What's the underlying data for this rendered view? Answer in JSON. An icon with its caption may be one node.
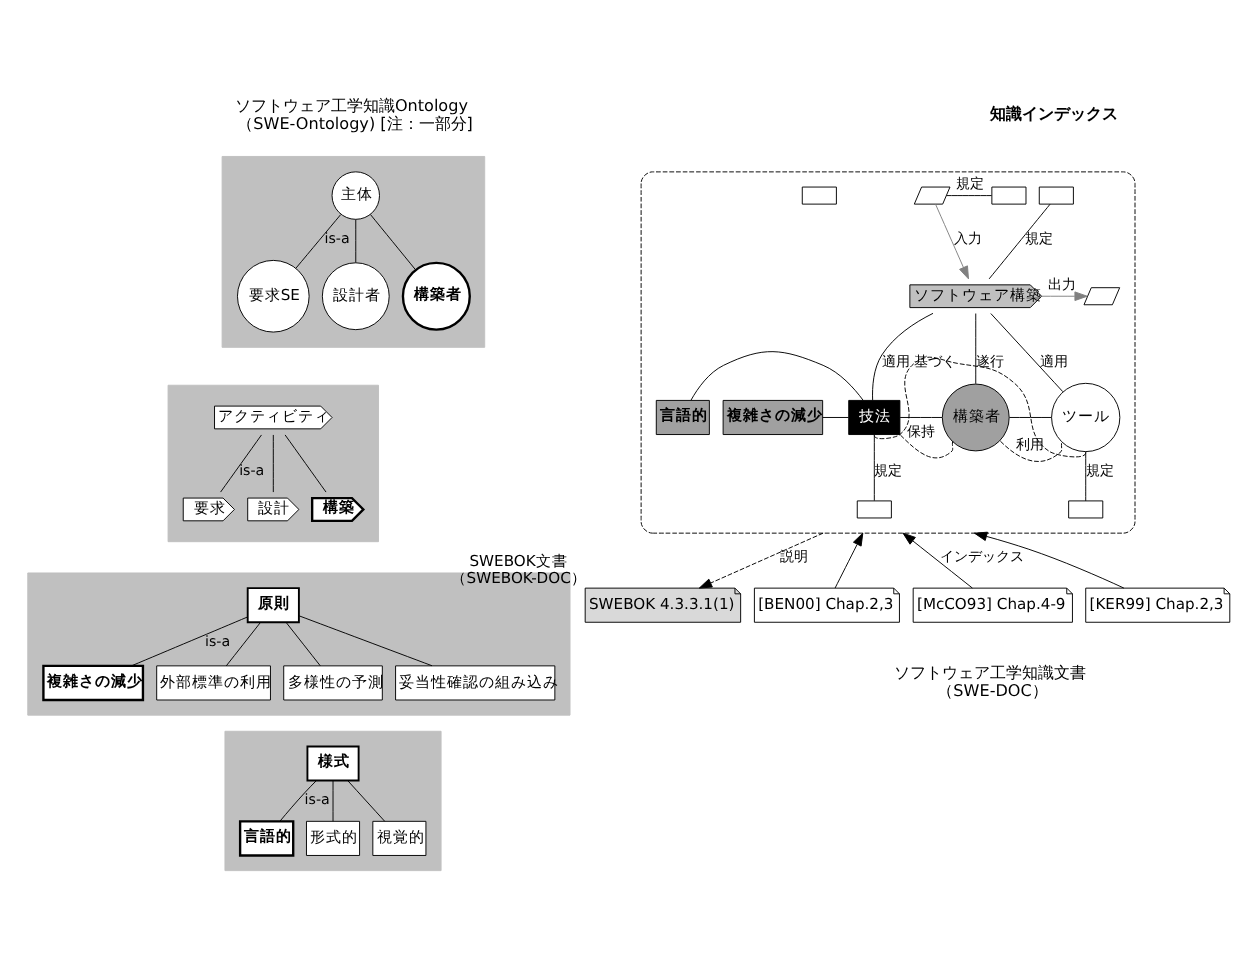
{
  "diagram": {
    "nodes": [
      {
        "text": [],
        "shape": "box"
      },
      {
        "text": [
          "主体"
        ],
        "in": 0
      },
      {
        "text": [
          "要求SE"
        ],
        "in": 0
      },
      {
        "text": [
          "設計者"
        ],
        "in": 0
      },
      {
        "text": [
          "構築者"
        ],
        "in": 0
      },
      {
        "text": [],
        "shape": "box"
      },
      {
        "text": [
          "アクティビティ"
        ],
        "in": 5
      },
      {
        "text": [
          "要求"
        ],
        "in": 5
      },
      {
        "text": [
          "設計"
        ],
        "in": 5
      },
      {
        "text": [
          "構築"
        ],
        "in": 5
      },
      {
        "text": [],
        "shape": "box"
      },
      {
        "text": [
          "原則"
        ],
        "in": 10
      },
      {
        "text": [
          "複雑さの減少"
        ],
        "in": 10
      },
      {
        "text": [
          "外部標準の利用"
        ],
        "in": 10
      },
      {
        "text": [
          "多様性の予測"
        ],
        "in": 10
      },
      {
        "text": [
          "妥当性確認の組み込み"
        ],
        "in": 10
      },
      {
        "text": [],
        "shape": "box"
      },
      {
        "text": [
          "様式"
        ],
        "in": 16
      },
      {
        "text": [
          "言語的"
        ],
        "in": 16
      },
      {
        "text": [
          "形式的"
        ],
        "in": 16
      },
      {
        "text": [
          "視覚的"
        ],
        "in": 16
      },
      {
        "text": [],
        "shape": "box"
      },
      {
        "text": [],
        "shape": "box",
        "in": 21
      },
      {
        "text": [
          "ソフトウェア構築"
        ],
        "in": 21
      },
      {
        "text": [],
        "shape": "parallelogram",
        "in": 21
      },
      {
        "text": [],
        "shape": "parallelogram",
        "in": 21
      },
      {
        "text": [],
        "shape": "box",
        "in": 21
      },
      {
        "text": [],
        "shape": "box",
        "in": 21
      },
      {
        "text": [
          "複雑さの減少"
        ],
        "in": 21
      },
      {
        "text": [
          "言語的"
        ],
        "in": 21
      },
      {
        "text": [
          "技法"
        ],
        "in": 21
      },
      {
        "text": [
          "構築者"
        ],
        "in": 21
      },
      {
        "text": [
          "ツール"
        ],
        "in": 21
      },
      {
        "text": [],
        "shape": "box",
        "in": 21
      },
      {
        "text": [],
        "shape": "box",
        "in": 21
      },
      {
        "text": [
          "SWEBOK 4.3.3.1(1)"
        ],
        "beside": [
          "SWEBOK文書（SWEBOK-DOC）"
        ]
      },
      {
        "text": [
          "[BEN00] Chap.2,3"
        ]
      },
      {
        "text": [
          "[McCO93] Chap.4-9"
        ]
      },
      {
        "text": [
          "[KER99] Chap.2,3"
        ]
      }
    ],
    "edges": [
      {
        "from": 1,
        "to": 2,
        "arrow": "none",
        "label": "is-a"
      },
      {
        "from": 1,
        "to": 3,
        "arrow": "none"
      },
      {
        "from": 1,
        "to": 4,
        "arrow": "none"
      },
      {
        "from": 6,
        "to": 7,
        "arrow": "none",
        "label": "is-a"
      },
      {
        "from": 6,
        "to": 8,
        "arrow": "none"
      },
      {
        "from": 6,
        "to": 9,
        "arrow": "none"
      },
      {
        "from": 11,
        "to": 12,
        "arrow": "none",
        "label": "is-a"
      },
      {
        "from": 11,
        "to": 13,
        "arrow": "none"
      },
      {
        "from": 11,
        "to": 14,
        "arrow": "none"
      },
      {
        "from": 11,
        "to": 15,
        "arrow": "none"
      },
      {
        "from": 17,
        "to": 18,
        "arrow": "none",
        "label": "is-a"
      },
      {
        "from": 17,
        "to": 19,
        "arrow": "none"
      },
      {
        "from": 17,
        "to": 20,
        "arrow": "none"
      },
      {
        "from": 22,
        "to": 23,
        "arrow": "none",
        "label": "規定"
      },
      {
        "from": 24,
        "to": 23,
        "arrow": "to",
        "label": "入力",
        "color": "#808080"
      },
      {
        "from": 23,
        "to": 25,
        "arrow": "to",
        "label": "出力",
        "color": "#808080"
      },
      {
        "from": 24,
        "to": 26,
        "arrow": "none",
        "label": "規定"
      },
      {
        "from": 23,
        "to": 30,
        "arrow": "none",
        "label": "適用"
      },
      {
        "from": 23,
        "to": 31,
        "arrow": "none",
        "label": "遂行"
      },
      {
        "from": 23,
        "to": 32,
        "arrow": "none",
        "label": "適用"
      },
      {
        "from": 28,
        "to": 30,
        "arrow": "none"
      },
      {
        "from": 29,
        "to": 30,
        "arrow": "none"
      },
      {
        "from": 30,
        "to": 31,
        "arrow": "none"
      },
      {
        "from": 31,
        "to": 32,
        "arrow": "none"
      },
      {
        "from": 31,
        "to": 30,
        "arrow": "none",
        "label": "保持",
        "style": "dashed"
      },
      {
        "from": 31,
        "to": 32,
        "arrow": "none",
        "label": "利用",
        "style": "dashed"
      },
      {
        "from": 32,
        "to": 30,
        "arrow": "none",
        "label": "基づく",
        "style": "dashed"
      },
      {
        "from": 30,
        "to": 33,
        "arrow": "none",
        "label": "規定"
      },
      {
        "from": 32,
        "to": 34,
        "arrow": "none",
        "label": "規定"
      },
      {
        "from": 21,
        "to": 35,
        "arrow": "to",
        "label": "説明",
        "style": "dashed"
      },
      {
        "from": 36,
        "to": 21,
        "arrow": "to"
      },
      {
        "from": 37,
        "to": 21,
        "arrow": "to",
        "label": "インデックス"
      },
      {
        "from": 38,
        "to": 21,
        "arrow": "to"
      }
    ],
    "labels": [
      "ソフトウェア工学知識Ontology （SWE-Ontology) [注：一部分]",
      "知識インデックス",
      "ソフトウェア工学知識文書（SWE-DOC）"
    ]
  }
}
